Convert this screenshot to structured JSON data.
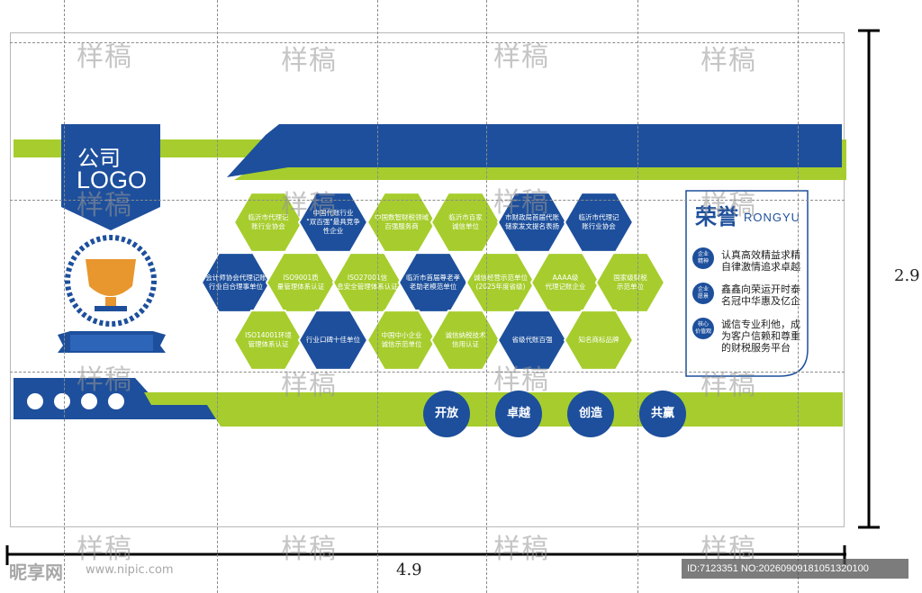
{
  "logo": {
    "line1": "公司",
    "line2": "LOGO"
  },
  "honor": {
    "title": "荣誉",
    "subtitle": "RONGYU"
  },
  "spirits": [
    {
      "badge": "企业\n精神",
      "text": "认真高效精益求精\n自律激情追求卓越"
    },
    {
      "badge": "企业\n愿景",
      "text": "鑫鑫向荣运开时泰\n名冠中华惠及亿企"
    },
    {
      "badge": "核心\n价值观",
      "text": "诚信专业利他，成\n为客户信赖和尊重\n的财税服务平台"
    }
  ],
  "hexagons": [
    {
      "text": "临沂市代理记\n账行业协会",
      "color": "green"
    },
    {
      "text": "中国代账行业\n\"双百强\"最具竞争\n性企业",
      "color": "blue"
    },
    {
      "text": "中国数智财税领域\n百强服务商",
      "color": "green"
    },
    {
      "text": "临沂市百家\n诚信单位",
      "color": "green"
    },
    {
      "text": "市财政局首届代账\n储家发文提名表扬",
      "color": "blue"
    },
    {
      "text": "临沂市代理记\n账行业协会",
      "color": "blue"
    },
    {
      "text": "会计师协会代理记账\n行业自合理事单位",
      "color": "blue"
    },
    {
      "text": "ISO9001质\n量管理体系认证",
      "color": "green"
    },
    {
      "text": "ISO27001信\n息安全管理体系认证",
      "color": "green"
    },
    {
      "text": "临沂市首届尊老孝\n老助老模范单位",
      "color": "blue"
    },
    {
      "text": "诚信经营示范单位\n(2025年度省级)",
      "color": "green"
    },
    {
      "text": "AAAA级\n代理记账企业",
      "color": "green"
    },
    {
      "text": "国家级财税\n示范单位",
      "color": "green"
    },
    {
      "text": "ISO14001环境\n管理体系认证",
      "color": "green"
    },
    {
      "text": "行业口碑十佳单位",
      "color": "blue"
    },
    {
      "text": "中国中小企业\n诚信示范单位",
      "color": "green"
    },
    {
      "text": "诚信纳税技术\n信用认证",
      "color": "green"
    },
    {
      "text": "省级代账百强",
      "color": "blue"
    },
    {
      "text": "知名商标品牌",
      "color": "green"
    }
  ],
  "values": [
    "开放",
    "卓越",
    "创造",
    "共赢"
  ],
  "dimensions": {
    "width": "4.9",
    "height": "2.9"
  },
  "watermark": "样稿",
  "footer": {
    "logo": "昵享网",
    "url": "www.nipic.com",
    "id": "ID:7123351 NO:20260909181051320100"
  },
  "colors": {
    "blue": "#1d4f9c",
    "green": "#a6cd2d"
  }
}
